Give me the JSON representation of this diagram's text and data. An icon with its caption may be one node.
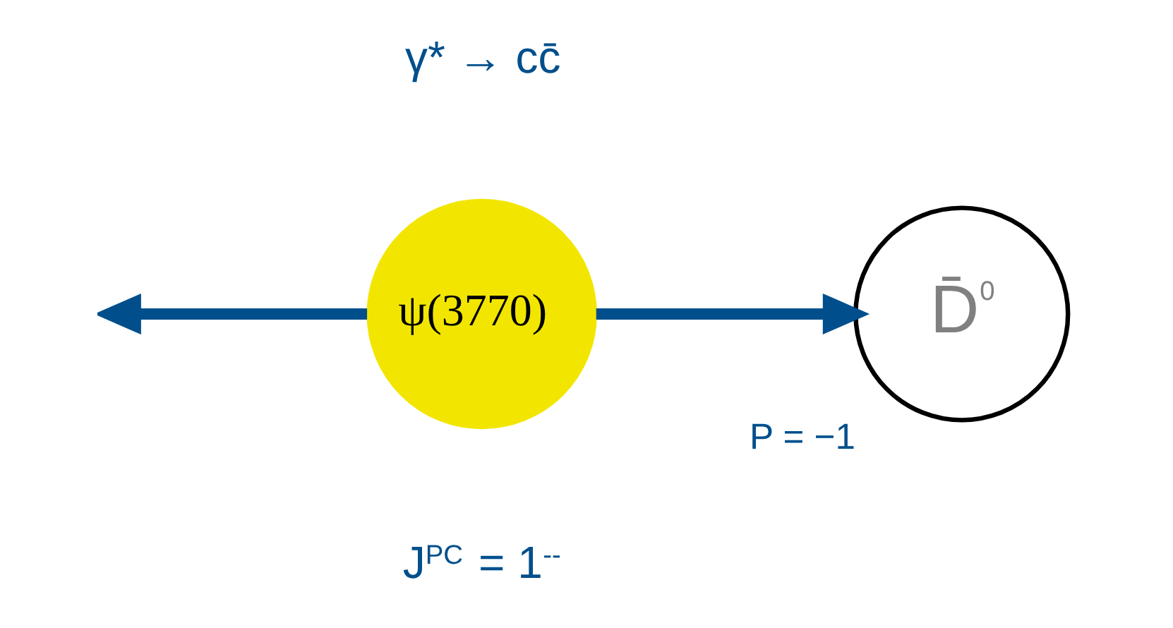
{
  "diagram": {
    "nodes": [
      {
        "text": [
          "ψ(3770)"
        ]
      },
      {
        "text": [
          "D̄$^{0}$"
        ],
        "beside": [
          "P = −1"
        ]
      }
    ],
    "edges": [
      {
        "from": 0,
        "to": null,
        "arrow": "to"
      },
      {
        "from": 0,
        "to": 1,
        "arrow": "to"
      }
    ],
    "labels": [
      "γ* → cc̄",
      "J$^{PC}$ = 1$^{--}$"
    ]
  }
}
